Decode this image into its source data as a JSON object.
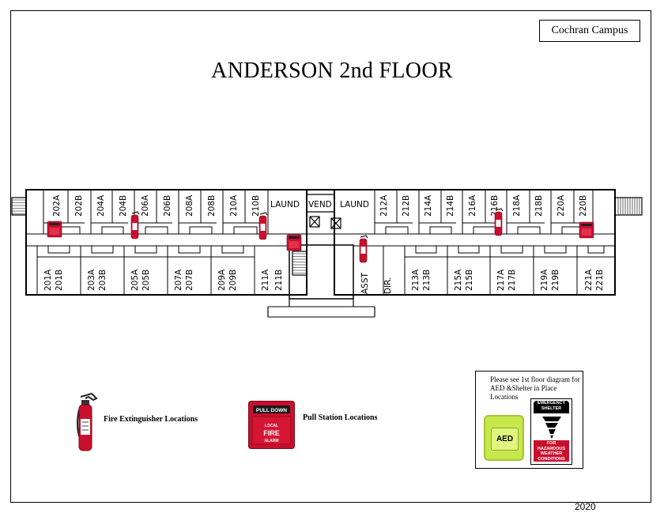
{
  "header": {
    "campus": "Cochran Campus",
    "title": "ANDERSON 2nd FLOOR",
    "year": "2020"
  },
  "rooms": {
    "top": [
      "202A",
      "202B",
      "204A",
      "204B",
      "206A",
      "206B",
      "208A",
      "208B",
      "210A",
      "210B",
      "212A",
      "212B",
      "214A",
      "214B",
      "216A",
      "216B",
      "218A",
      "218B",
      "220A",
      "220B"
    ],
    "bottom": [
      "201A",
      "201B",
      "203A",
      "203B",
      "205A",
      "205B",
      "207A",
      "207B",
      "209A",
      "209B",
      "211A",
      "211B",
      "213A",
      "213B",
      "215A",
      "215B",
      "217A",
      "217B",
      "219A",
      "219B",
      "221A",
      "221B"
    ],
    "laundry": "LAUND",
    "vending": "VEND",
    "assistant": "ASST",
    "director": "DIR."
  },
  "legend": {
    "extinguisher": "Fire Extinguisher Locations",
    "pull_station": "Pull Station Locations"
  },
  "pull_station_label": {
    "top": "PULL DOWN",
    "mid": "LOCAL",
    "main": "FIRE",
    "bottom": "ALARM"
  },
  "notice": {
    "text": "Please see 1st floor diagram for AED &Shelter in Place Locations",
    "aed": "AED",
    "shelter_top": "EMERGENCY SHELTER",
    "shelter_bottom": "FOR HAZARDOUS WEATHER CONDITIONS"
  },
  "colors": {
    "fire_red": "#c8102e",
    "aed_green": "#c6e84a"
  },
  "icons": [
    "fire-extinguisher-icon",
    "pull-station-icon",
    "aed-icon",
    "tornado-icon"
  ]
}
